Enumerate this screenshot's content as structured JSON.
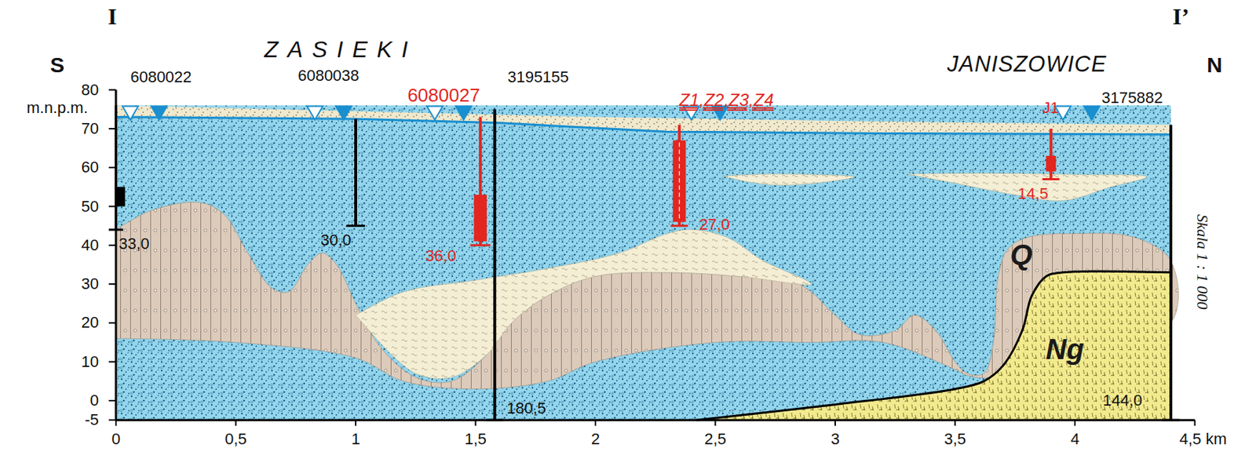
{
  "diagram": {
    "labels": [
      "I",
      "S",
      "ZASIEKI",
      "I’",
      "N",
      "JANISZOWICE",
      "6080022",
      "6080038",
      "6080027",
      "3195155",
      "Z1,Z2,Z3,Z4",
      "J1",
      "3175882",
      "m.n.p.m.",
      "80",
      "70",
      "60",
      "50",
      "40",
      "30",
      "20",
      "10",
      "0",
      "-5",
      "33,0",
      "30,0",
      "36,0",
      "27,0",
      "14,5",
      "180,5",
      "144,0",
      "Q",
      "Ng",
      "Skala 1 : 1 000",
      "0",
      "0,5",
      "1",
      "1,5",
      "2",
      "2,5",
      "3",
      "3,5",
      "4",
      "4,5 km"
    ]
  }
}
